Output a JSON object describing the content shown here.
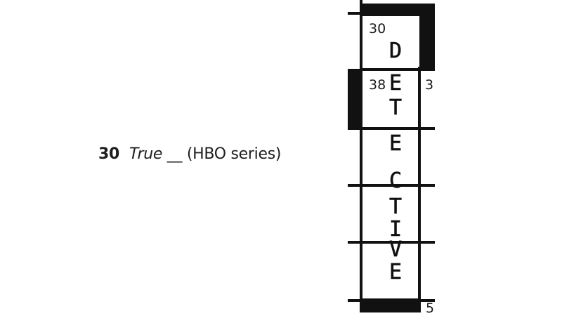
{
  "clue": {
    "number": "30",
    "word": "True",
    "rest": " __ (HBO series)"
  },
  "grid": {
    "cell_numbers": [
      "30",
      "38",
      "3",
      "5"
    ]
  },
  "answer": {
    "letters": [
      "D",
      "E",
      "T",
      "E",
      "C",
      "T",
      "I",
      "V",
      "E"
    ]
  }
}
